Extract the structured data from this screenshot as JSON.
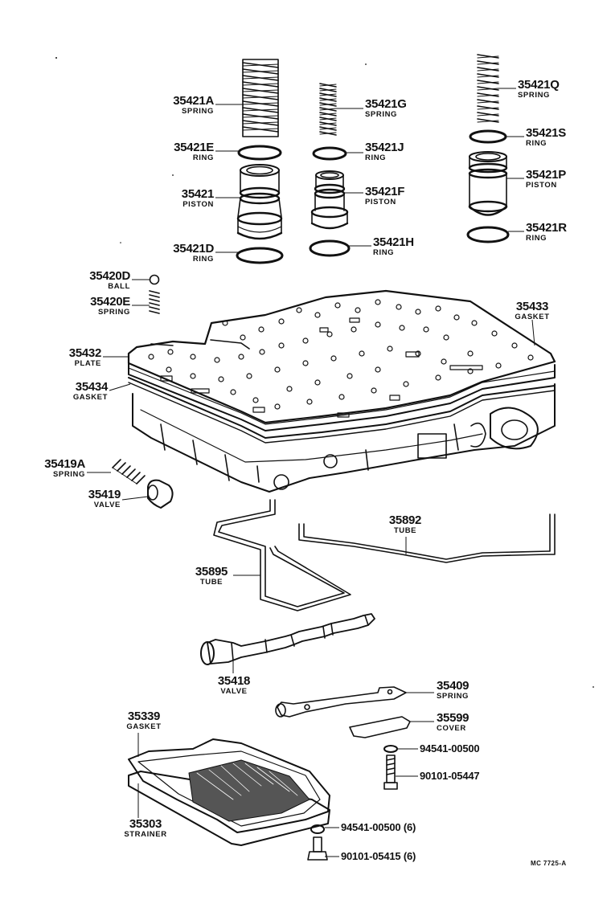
{
  "parts": {
    "p35421A": {
      "number": "35421A",
      "name": "SPRING"
    },
    "p35421E": {
      "number": "35421E",
      "name": "RING"
    },
    "p35421": {
      "number": "35421",
      "name": "PISTON"
    },
    "p35421D": {
      "number": "35421D",
      "name": "RING"
    },
    "p35421G": {
      "number": "35421G",
      "name": "SPRING"
    },
    "p35421J": {
      "number": "35421J",
      "name": "RING"
    },
    "p35421F": {
      "number": "35421F",
      "name": "PISTON"
    },
    "p35421H": {
      "number": "35421H",
      "name": "RING"
    },
    "p35421Q": {
      "number": "35421Q",
      "name": "SPRING"
    },
    "p35421S": {
      "number": "35421S",
      "name": "RING"
    },
    "p35421P": {
      "number": "35421P",
      "name": "PISTON"
    },
    "p35421R": {
      "number": "35421R",
      "name": "RING"
    },
    "p35420D": {
      "number": "35420D",
      "name": "BALL"
    },
    "p35420E": {
      "number": "35420E",
      "name": "SPRING"
    },
    "p35433": {
      "number": "35433",
      "name": "GASKET"
    },
    "p35432": {
      "number": "35432",
      "name": "PLATE"
    },
    "p35434": {
      "number": "35434",
      "name": "GASKET"
    },
    "p35419A": {
      "number": "35419A",
      "name": "SPRING"
    },
    "p35419": {
      "number": "35419",
      "name": "VALVE"
    },
    "p35892": {
      "number": "35892",
      "name": "TUBE"
    },
    "p35895": {
      "number": "35895",
      "name": "TUBE"
    },
    "p35418": {
      "number": "35418",
      "name": "VALVE"
    },
    "p35409": {
      "number": "35409",
      "name": "SPRING"
    },
    "p35599": {
      "number": "35599",
      "name": "COVER"
    },
    "p35339": {
      "number": "35339",
      "name": "GASKET"
    },
    "p35303": {
      "number": "35303",
      "name": "STRAINER"
    }
  },
  "fasteners": {
    "f94541a": "94541-00500",
    "f90101a": "90101-05447",
    "f94541b": "94541-00500 (6)",
    "f90101b": "90101-05415 (6)"
  },
  "figure_code": "MC 7725-A"
}
